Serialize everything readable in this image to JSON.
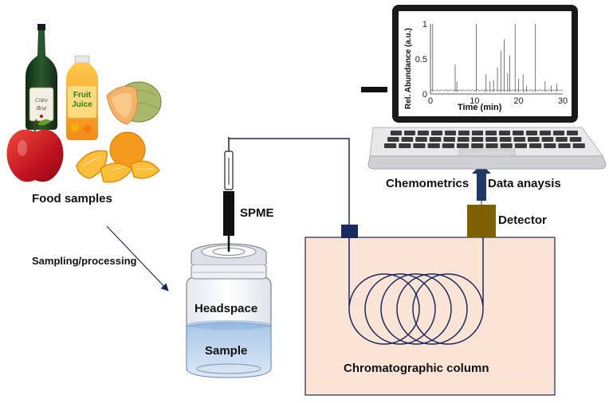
{
  "labels": {
    "food_samples": "Food samples",
    "sampling": "Sampling/processing",
    "spme": "SPME",
    "headspace": "Headspace",
    "sample": "Sample",
    "column": "Chromatographic column",
    "chemometrics": "Chemometrics",
    "data_analysis": "Data anaysis",
    "detector": "Detector"
  },
  "product_labels": {
    "juice_brand": "Fruit Juice",
    "cider_label": "Cidre Brut"
  },
  "colors": {
    "line_navy": "#1b2a5e",
    "oven_fill": "#fbe4d5",
    "detector_brown": "#7f6000",
    "arrow_navy": "#1f3864",
    "sample_blue": "#c9dcef"
  },
  "chart_data": {
    "type": "line",
    "title": "",
    "xlabel": "Time (min)",
    "ylabel": "Rel. Abundance (a.u.)",
    "xlim": [
      0,
      30
    ],
    "ylim": [
      0,
      1
    ],
    "x_ticks": [
      "0",
      "10",
      "20",
      "30"
    ],
    "y_ticks": [
      "0",
      "0.5",
      "1"
    ],
    "grid": false,
    "peaks": [
      {
        "x": 0.5,
        "y": 1.0
      },
      {
        "x": 5.6,
        "y": 0.42
      },
      {
        "x": 6.0,
        "y": 0.18
      },
      {
        "x": 10.4,
        "y": 1.0
      },
      {
        "x": 12.6,
        "y": 0.28
      },
      {
        "x": 13.5,
        "y": 0.18
      },
      {
        "x": 14.3,
        "y": 0.2
      },
      {
        "x": 15.2,
        "y": 0.38
      },
      {
        "x": 16.0,
        "y": 0.62
      },
      {
        "x": 16.7,
        "y": 0.78
      },
      {
        "x": 17.5,
        "y": 0.3
      },
      {
        "x": 18.0,
        "y": 0.55
      },
      {
        "x": 19.2,
        "y": 1.0
      },
      {
        "x": 20.0,
        "y": 0.22
      },
      {
        "x": 21.0,
        "y": 0.28
      },
      {
        "x": 21.8,
        "y": 0.12
      },
      {
        "x": 23.8,
        "y": 1.0
      },
      {
        "x": 26.0,
        "y": 0.18
      },
      {
        "x": 27.4,
        "y": 0.12
      },
      {
        "x": 28.6,
        "y": 0.15
      }
    ]
  }
}
